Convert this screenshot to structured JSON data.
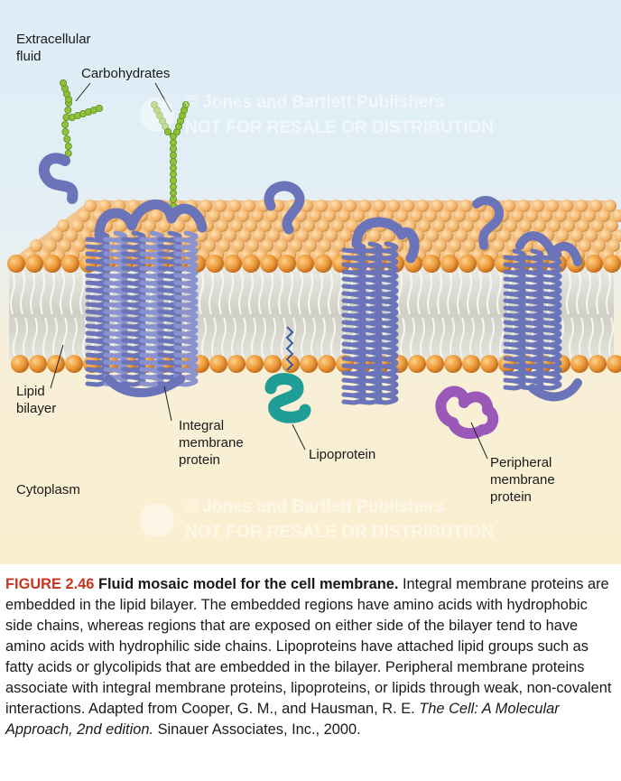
{
  "labels": {
    "extracellular": "Extracellular\nfluid",
    "carbohydrates": "Carbohydrates",
    "lipid_bilayer": "Lipid\nbilayer",
    "integral": "Integral\nmembrane\nprotein",
    "lipoprotein": "Lipoprotein",
    "peripheral": "Peripheral\nmembrane\nprotein",
    "cytoplasm": "Cytoplasm"
  },
  "watermarks": {
    "publisher": "© Jones and Bartlett Publishers",
    "notice": "NOT FOR RESALE OR DISTRIBUTION"
  },
  "caption": {
    "figure_number": "FIGURE 2.46",
    "title": "Fluid mosaic model for the cell membrane.",
    "body": "Integral membrane proteins are embedded in the lipid bilayer. The embedded regions have amino acids with hydrophobic side chains, whereas regions that are exposed on either side of the bilayer tend to have amino acids with hydrophilic side chains. Lipoproteins have attached lipid groups such as fatty acids or glycolipids that are embedded in the bilayer. Peripheral membrane proteins associate with integral membrane proteins, lipoproteins, or lipids through weak, non-covalent interactions. Adapted from Cooper, G. M., and Hausman, R. E.",
    "book_title": "The Cell: A Molecular Approach, 2nd edition.",
    "publisher": "Sinauer Associates, Inc., 2000."
  },
  "colors": {
    "head": "#e8952e",
    "tail": "#c9c9c0",
    "integral_protein": "#6b74b8",
    "lipoprotein": "#1f9e97",
    "peripheral_protein": "#9a58b8",
    "carbohydrate": "#8fc23a",
    "caption_accent": "#c8351e"
  }
}
